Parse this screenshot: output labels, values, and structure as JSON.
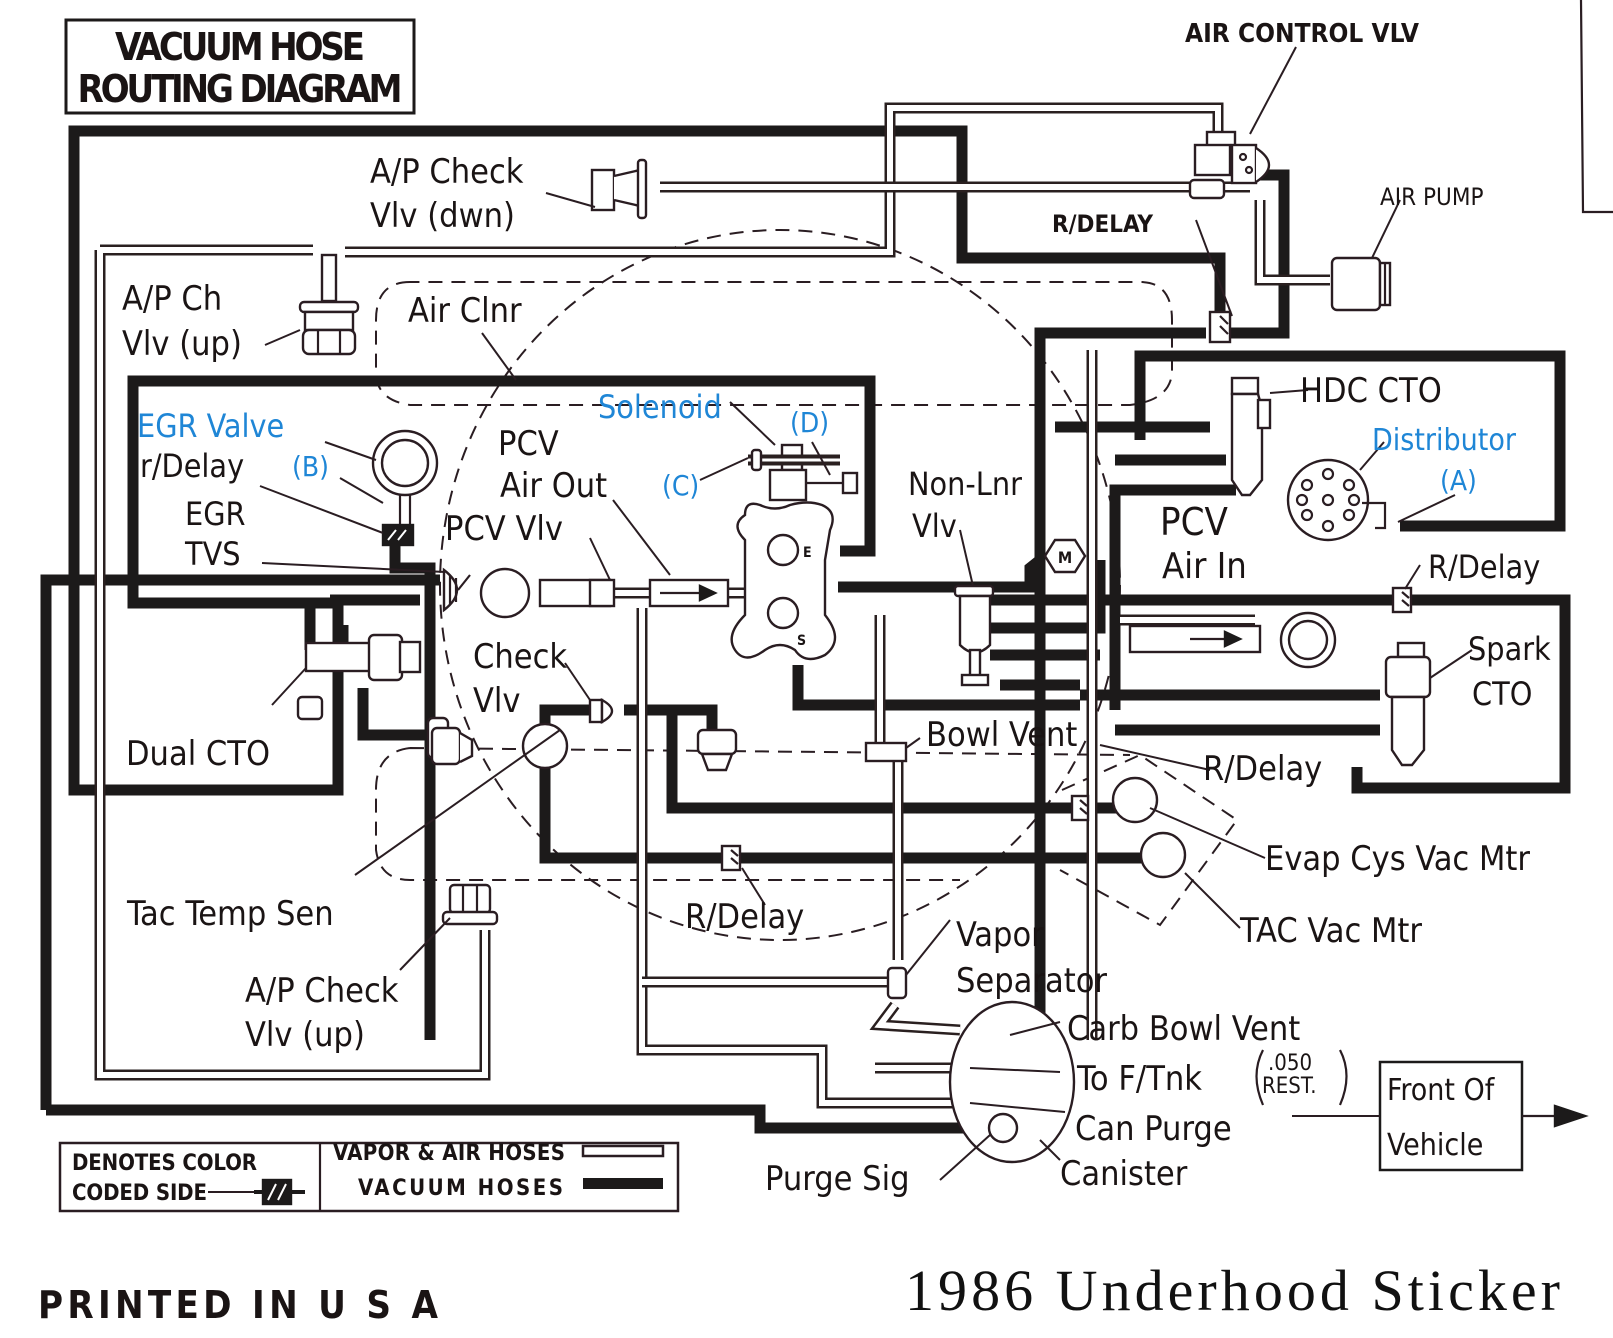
{
  "title": {
    "line1": "VACUUM  HOSE",
    "line2": "ROUTING  DIAGRAM"
  },
  "caption": "1986 Underhood Sticker",
  "printed": "PRINTED IN U S A",
  "labels": {
    "air_control_vlv": "AIR CONTROL VLV",
    "air_pump": "AIR PUMP",
    "r_delay_top": "R/DELAY",
    "ap_check_dwn_1": "A/P  Check",
    "ap_check_dwn_2": "Vlv  (dwn)",
    "ap_ch_up_1": "A/P  Ch",
    "ap_ch_up_2": "Vlv  (up)",
    "air_clnr": "Air  Clnr",
    "egr_valve": "EGR  Valve",
    "b_tag": "(B)",
    "r_delay_egr": "r/Delay",
    "egr_tvs_1": "EGR",
    "egr_tvs_2": "TVS",
    "pcv_air_out_1": "PCV",
    "pcv_air_out_2": "Air  Out",
    "pcv_vlv": "PCV  Vlv",
    "solenoid": "Solenoid",
    "c_tag": "(C)",
    "d_tag": "(D)",
    "carb_e": "E",
    "carb_s": "S",
    "non_lnr_1": "Non-Lnr",
    "non_lnr_2": "Vlv",
    "m_tag": "M",
    "hdc_cto": "HDC  CTO",
    "distributor": "Distributor",
    "a_tag": "(A)",
    "pcv_air_in_1": "PCV",
    "pcv_air_in_2": "Air   In",
    "r_delay_right": "R/Delay",
    "spark_cto_1": "Spark",
    "spark_cto_2": "CTO",
    "dual_cto": "Dual  CTO",
    "check_vlv_1": "Check",
    "check_vlv_2": "Vlv",
    "bowl_vent": "Bowl  Vent",
    "r_delay_mid": "R/Delay",
    "evap_vac_mtr": "Evap  Cys  Vac  Mtr",
    "tac_vac_mtr": "TAC  Vac  Mtr",
    "tac_temp_sen": "Tac  Temp  Sen",
    "r_delay_bottom": "R/Delay",
    "ap_check_up_1": "A/P  Check",
    "ap_check_up_2": "Vlv  (up)",
    "vapor_sep_1": "Vapor",
    "vapor_sep_2": "Separator",
    "carb_bowl_vent": "Carb  Bowl  Vent",
    "to_f_tnk": "To  F/Tnk",
    "rest_1": ".050",
    "rest_2": "REST.",
    "can_purge": "Can    Purge",
    "purge_sig": "Purge  Sig",
    "canister": "Canister",
    "front_of_1": "Front  Of",
    "front_of_2": "Vehicle"
  },
  "legend": {
    "color_coded_1": "DENOTES COLOR",
    "color_coded_2": "CODED SIDE",
    "vapor_air": "VAPOR & AIR HOSES",
    "vacuum": "VACUUM HOSES"
  },
  "colors": {
    "ink": "#1c1a1a",
    "blue_annotation": "#1f86d6",
    "paper": "#ffffff"
  }
}
